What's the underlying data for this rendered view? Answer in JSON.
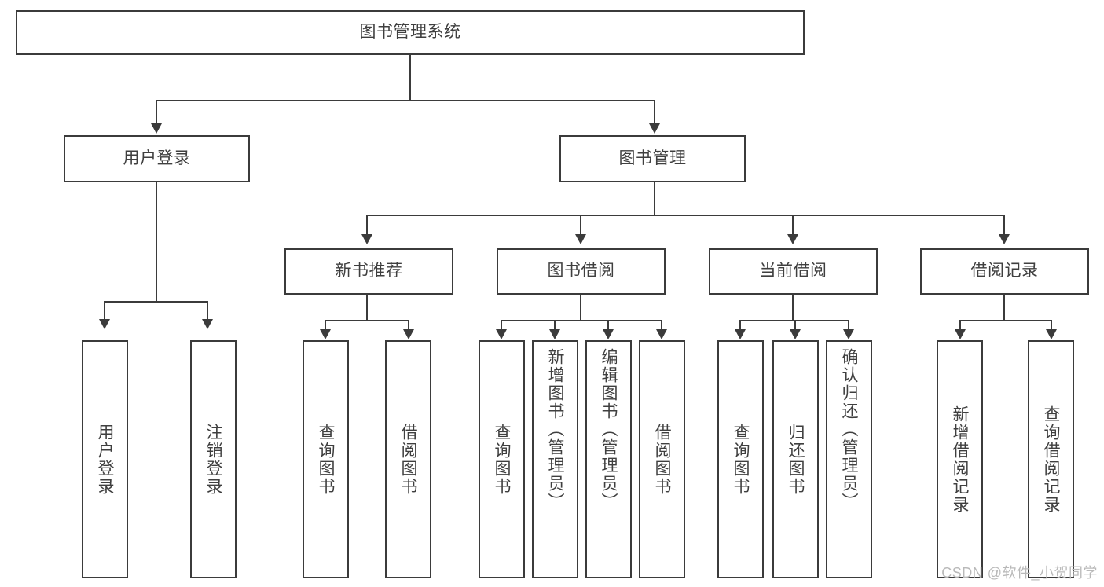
{
  "diagram": {
    "type": "tree",
    "title": "图书管理系统",
    "watermark": "CSDN @软件_小贺同学",
    "colors": {
      "stroke": "#3b3b3b",
      "fill": "#ffffff",
      "text": "#3f3f3f",
      "watermark": "#b9b9b9"
    },
    "levels": {
      "root": {
        "label": "图书管理系统"
      },
      "level2": [
        {
          "id": "user-login",
          "label": "用户登录"
        },
        {
          "id": "book-manage",
          "label": "图书管理"
        }
      ],
      "level3": [
        {
          "id": "new-book-recommend",
          "label": "新书推荐",
          "parent": "book-manage"
        },
        {
          "id": "book-borrow",
          "label": "图书借阅",
          "parent": "book-manage"
        },
        {
          "id": "current-borrow",
          "label": "当前借阅",
          "parent": "book-manage"
        },
        {
          "id": "borrow-record",
          "label": "借阅记录",
          "parent": "book-manage"
        }
      ],
      "leaves": [
        {
          "id": "leaf-user-login",
          "label": "用户登录",
          "parent": "user-login"
        },
        {
          "id": "leaf-logout-login",
          "label": "注销登录",
          "parent": "user-login"
        },
        {
          "id": "leaf-query-book-1",
          "label": "查询图书",
          "parent": "new-book-recommend"
        },
        {
          "id": "leaf-borrow-book-1",
          "label": "借阅图书",
          "parent": "new-book-recommend"
        },
        {
          "id": "leaf-query-book-2",
          "label": "查询图书",
          "parent": "book-borrow"
        },
        {
          "id": "leaf-add-book",
          "label": "新增图书（管理员）",
          "parent": "book-borrow"
        },
        {
          "id": "leaf-edit-book",
          "label": "编辑图书（管理员）",
          "parent": "book-borrow"
        },
        {
          "id": "leaf-borrow-book-2",
          "label": "借阅图书",
          "parent": "book-borrow"
        },
        {
          "id": "leaf-query-book-3",
          "label": "查询图书",
          "parent": "current-borrow"
        },
        {
          "id": "leaf-return-book",
          "label": "归还图书",
          "parent": "current-borrow"
        },
        {
          "id": "leaf-confirm-return",
          "label": "确认归还（管理员）",
          "parent": "current-borrow"
        },
        {
          "id": "leaf-add-record",
          "label": "新增借阅记录",
          "parent": "borrow-record"
        },
        {
          "id": "leaf-query-record",
          "label": "查询借阅记录",
          "parent": "borrow-record"
        }
      ]
    }
  }
}
